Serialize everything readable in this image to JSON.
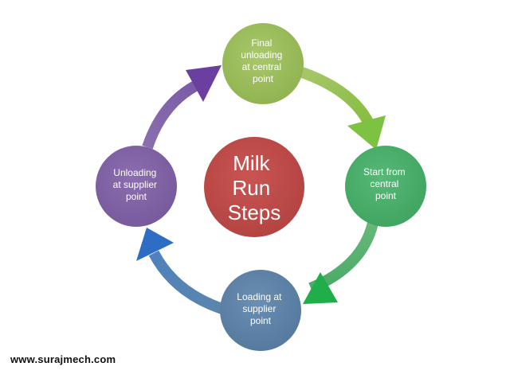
{
  "center": {
    "lines": [
      "Milk",
      "Run",
      "Steps"
    ],
    "color": "#c0504d"
  },
  "nodes": [
    {
      "id": "top",
      "lines": [
        "Final",
        "unloading",
        "at central",
        "point"
      ],
      "color": "#9bbb59"
    },
    {
      "id": "right",
      "lines": [
        "Start from",
        "central",
        "point"
      ],
      "color": "#4bb06d"
    },
    {
      "id": "bottom",
      "lines": [
        "Loading at",
        "supplier",
        "point"
      ],
      "color": "#4f81bd"
    },
    {
      "id": "left",
      "lines": [
        "Unloading",
        "at supplier",
        "point"
      ],
      "color": "#8064a2"
    }
  ],
  "arrows": [
    {
      "id": "top-to-right",
      "from_color": "#9bbb59",
      "to_color": "#7ec242"
    },
    {
      "id": "right-to-bottom",
      "from_color": "#4bb06d",
      "to_color": "#1fae48"
    },
    {
      "id": "bottom-to-left",
      "from_color": "#4f81bd",
      "to_color": "#2e6dc4"
    },
    {
      "id": "left-to-top",
      "from_color": "#8064a2",
      "to_color": "#6a3fa0"
    }
  ],
  "footer": {
    "website": "www.surajmech.com"
  }
}
